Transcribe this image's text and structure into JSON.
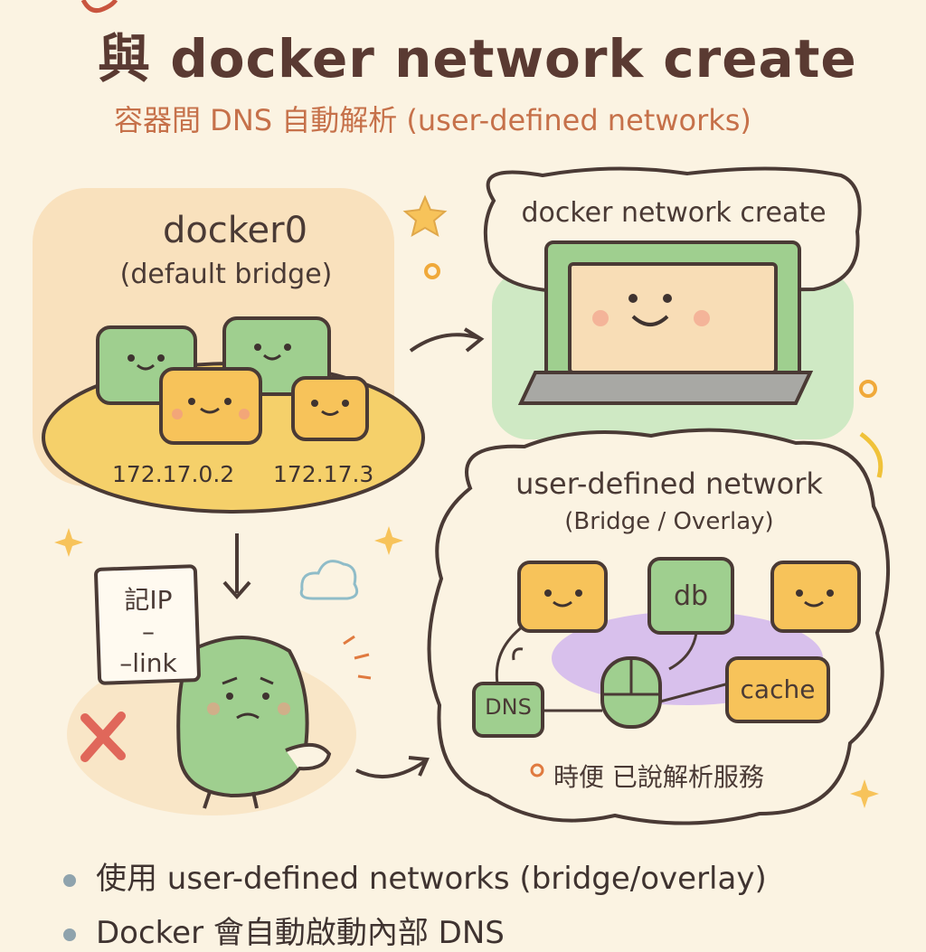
{
  "title": "與 docker network create",
  "subtitle": "容器間 DNS 自動解析 (user-defined networks)",
  "left_panel": {
    "title": "docker0",
    "subtitle": "(default bridge)",
    "ip_labels": [
      "172.17.0.2",
      "172.17.3"
    ],
    "note_lines": [
      "記IP",
      "–",
      "–link"
    ]
  },
  "laptop_panel": {
    "command": "docker network create"
  },
  "user_network": {
    "title": "user-defined network",
    "subtitle": "(Bridge / Overlay)",
    "db_label": "db",
    "cache_label": "cache",
    "dns_label": "DNS",
    "caption": "時便 已說解析服務"
  },
  "bullets": [
    "使用 user-defined networks (bridge/overlay)",
    "Docker 會自動啟動內部 DNS"
  ],
  "colors": {
    "background": "#fbf3e2",
    "green_box": "#9fcf8f",
    "orange_box": "#f7c35a",
    "yellow_ellipse": "#f5d06a",
    "purple_net": "#d8c0ec",
    "title": "#5a3a32",
    "subtitle": "#c6714a"
  }
}
